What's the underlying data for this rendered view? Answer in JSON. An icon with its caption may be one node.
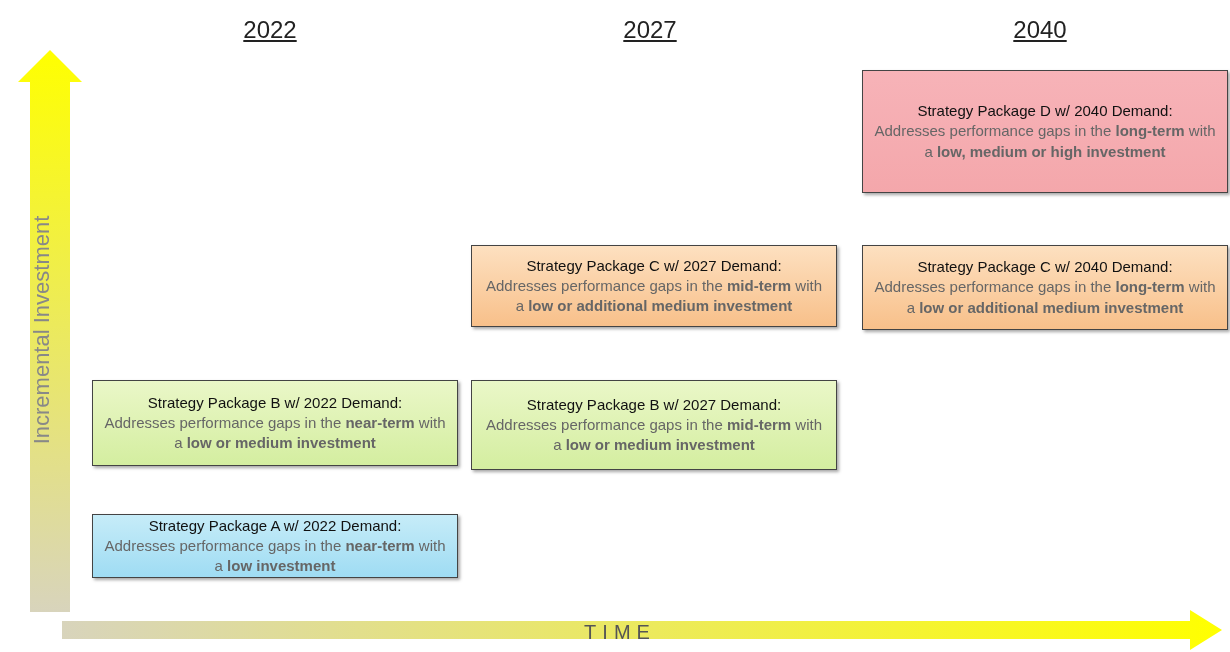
{
  "diagram": {
    "nodes": [
      {
        "text": [
          "Strategy Package D w/ 2040 Demand:",
          "Addresses performance gaps in the **long-term** with a **low, medium or high investment**"
        ]
      },
      {
        "text": [
          "Strategy Package C w/ 2027 Demand:",
          "Addresses performance gaps in the **mid-term** with a **low or additional medium investment**"
        ]
      },
      {
        "text": [
          "Strategy Package C w/ 2040 Demand:",
          "Addresses performance gaps in the **long-term** with a **low or additional medium investment**"
        ]
      },
      {
        "text": [
          "Strategy Package B w/ 2022 Demand:",
          "Addresses performance gaps in the **near-term** with a **low or medium investment**"
        ]
      },
      {
        "text": [
          "Strategy Package B w/ 2027 Demand:",
          "Addresses performance gaps in the **mid-term** with a **low or medium investment**"
        ]
      },
      {
        "text": [
          "Strategy Package A w/ 2022 Demand:",
          "Addresses performance gaps in the **near-term** with a **low investment**"
        ]
      }
    ],
    "labels": [
      "2022",
      "2027",
      "2040",
      "Incremental Investment",
      "TIME"
    ]
  }
}
